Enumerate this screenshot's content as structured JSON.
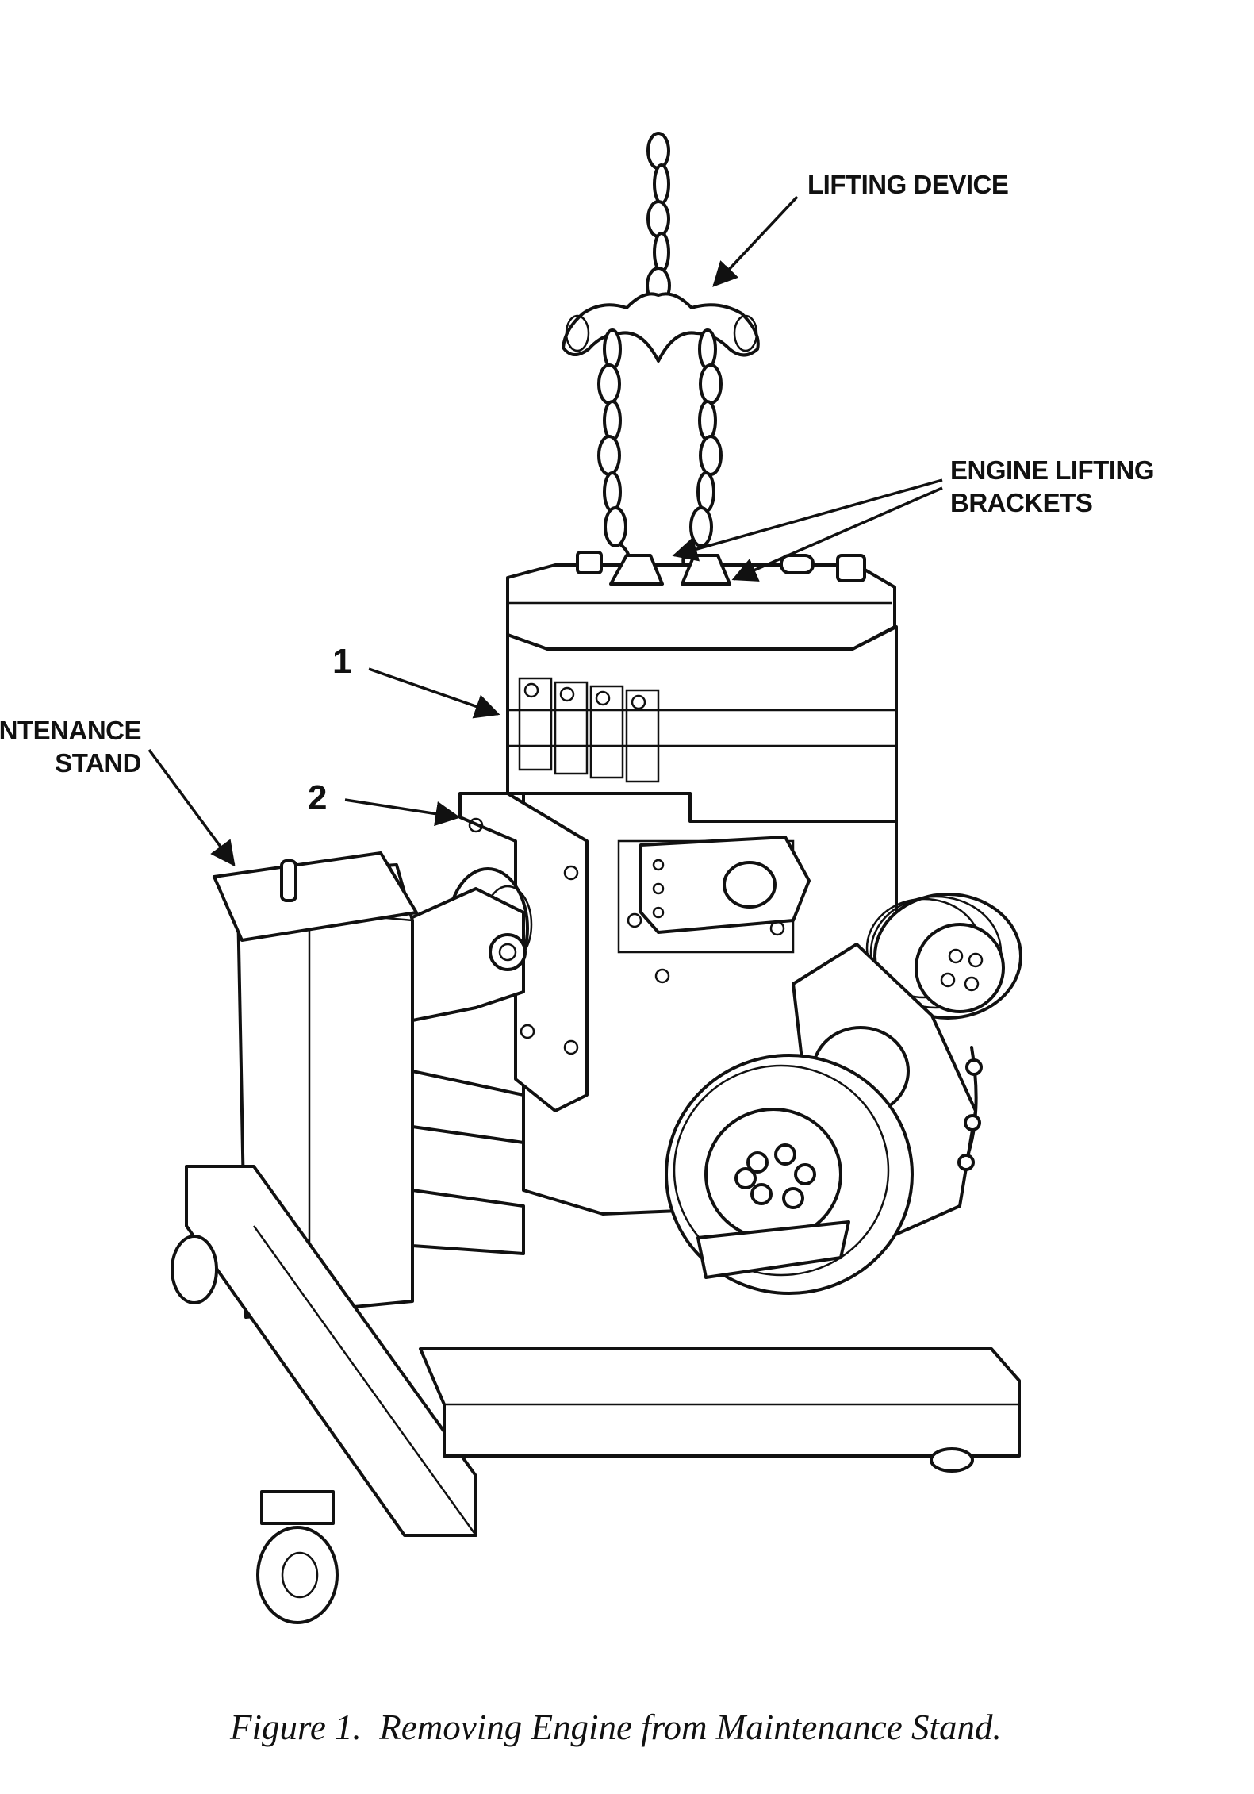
{
  "figure": {
    "callouts": {
      "lifting_device": "LIFTING DEVICE",
      "engine_lifting_brackets_line1": "ENGINE LIFTING",
      "engine_lifting_brackets_line2": "BRACKETS",
      "maintenance_stand_line1": "AINTENANCE",
      "maintenance_stand_line2": "STAND",
      "item_1": "1",
      "item_2": "2"
    },
    "caption": "Figure 1.  Removing Engine from Maintenance Stand."
  }
}
